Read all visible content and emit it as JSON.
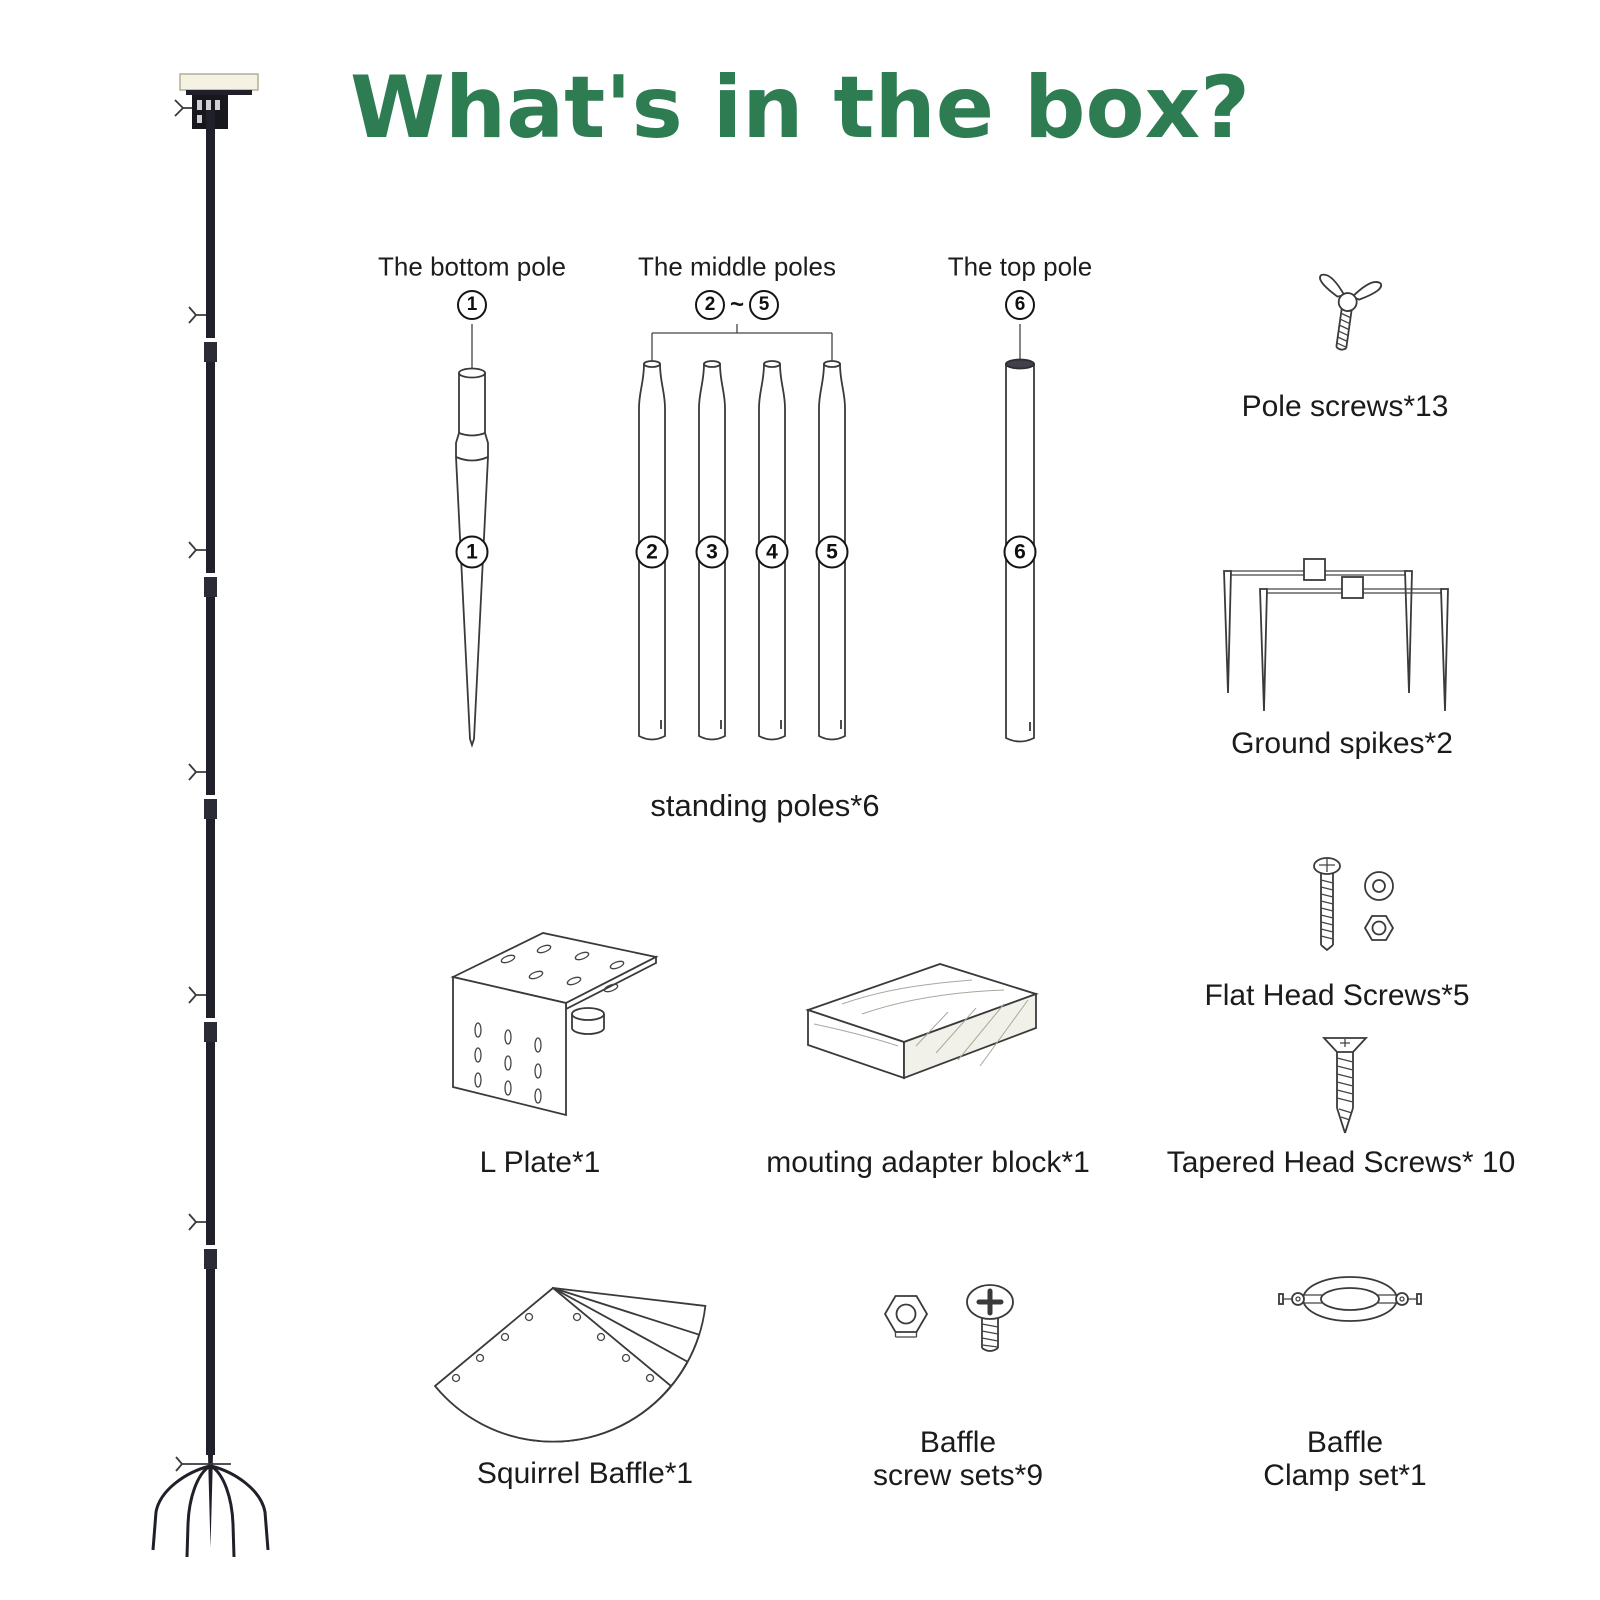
{
  "title": "What's in the box?",
  "colors": {
    "accent_green": "#2e7d52",
    "line_art": "#3a3a3a",
    "pole_dark": "#20202a"
  },
  "sections": {
    "bottom_pole": {
      "label": "The bottom pole",
      "num": "1"
    },
    "middle_poles": {
      "label": "The middle poles",
      "num_from": "2",
      "tilde": "~",
      "num_to": "5"
    },
    "top_pole": {
      "label": "The top pole",
      "num": "6"
    }
  },
  "pole_markers": [
    "1",
    "2",
    "3",
    "4",
    "5",
    "6"
  ],
  "captions": {
    "standing_poles": "standing poles*6",
    "pole_screws": "Pole screws*13",
    "ground_spikes": "Ground spikes*2",
    "l_plate": "L Plate*1",
    "adapter_block": "mouting adapter block*1",
    "flat_head_screws": "Flat Head Screws*5",
    "tapered_head_screws": "Tapered Head Screws* 10",
    "squirrel_baffle": "Squirrel Baffle*1",
    "baffle_screws_line1": "Baffle",
    "baffle_screws_line2": "screw sets*9",
    "baffle_clamp_line1": "Baffle",
    "baffle_clamp_line2": "Clamp set*1"
  },
  "icons": {
    "assembled_pole": "assembled-pole-illustration",
    "wing_screw": "pole-screws-drawing",
    "ground_spikes": "ground-spikes-drawing",
    "l_plate": "l-plate-drawing",
    "adapter_block": "adapter-block-drawing",
    "flat_head_screw": "flat-head-screws-drawing",
    "tapered_screw": "tapered-head-screw-drawing",
    "squirrel_baffle": "squirrel-baffle-drawing",
    "baffle_screw_set": "baffle-screw-set-drawing",
    "baffle_clamp": "baffle-clamp-drawing"
  }
}
